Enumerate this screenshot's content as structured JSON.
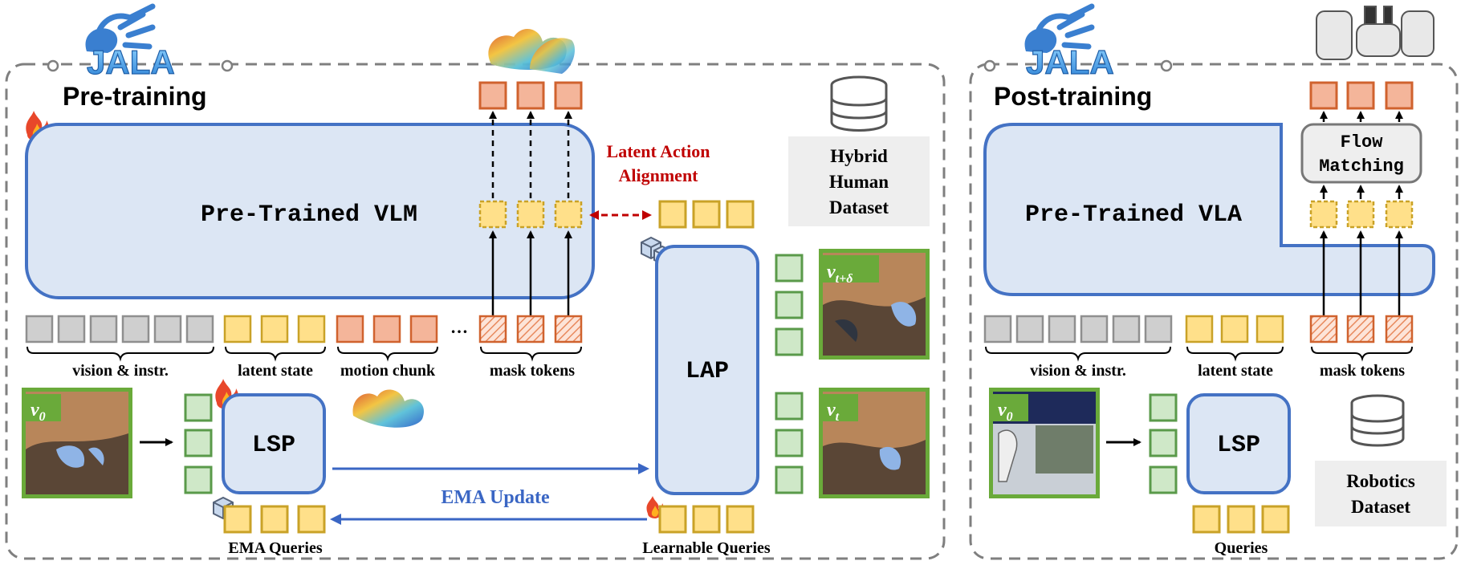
{
  "brand": {
    "logo_text": "JALA"
  },
  "colors": {
    "vlm_fill": "#dce6f4",
    "blue_stroke": "#4472c4",
    "token_gray": "#cfcfcf",
    "token_yellow": "#ffe08a",
    "token_yellow_stroke": "#c9a227",
    "token_orange": "#f4b59a",
    "token_orange_stroke": "#d0622e",
    "token_green": "#cfe8c8",
    "token_green_stroke": "#5a9a4a",
    "dataset_box": "#eeeeee",
    "alignment_red": "#c00000",
    "ema_blue": "#3a66c4",
    "frame_green": "#6aaa3a"
  },
  "pretraining": {
    "title": "Pre-training",
    "vlm_label": "Pre-Trained VLM",
    "alignment_label_line1": "Latent Action",
    "alignment_label_line2": "Alignment",
    "dataset_line1": "Hybrid",
    "dataset_line2": "Human",
    "dataset_line3": "Dataset",
    "lap_label": "LAP",
    "lsp_label": "LSP",
    "group_vision": "vision & instr.",
    "group_latent": "latent state",
    "group_motion": "motion chunk",
    "group_mask": "mask tokens",
    "ellipsis": "…",
    "ema_update": "EMA Update",
    "ema_queries": "EMA Queries",
    "learnable_queries": "Learnable Queries",
    "frame_v0_base": "v",
    "frame_v0_sub": "0",
    "frame_vt_base": "v",
    "frame_vt_sub": "t",
    "frame_vtd_base": "v",
    "frame_vtd_sub": "t+δ"
  },
  "posttraining": {
    "title": "Post-training",
    "vla_label": "Pre-Trained VLA",
    "flow_line1": "Flow",
    "flow_line2": "Matching",
    "lsp_label": "LSP",
    "group_vision": "vision & instr.",
    "group_latent": "latent state",
    "group_mask": "mask tokens",
    "dataset_line1": "Robotics",
    "dataset_line2": "Dataset",
    "queries": "Queries",
    "frame_v0_base": "v",
    "frame_v0_sub": "0"
  },
  "icons": [
    "robot-hand-icon",
    "flame-icon",
    "cube-icon",
    "database-icon",
    "hand-mesh-icon",
    "robot-arm-icon"
  ]
}
